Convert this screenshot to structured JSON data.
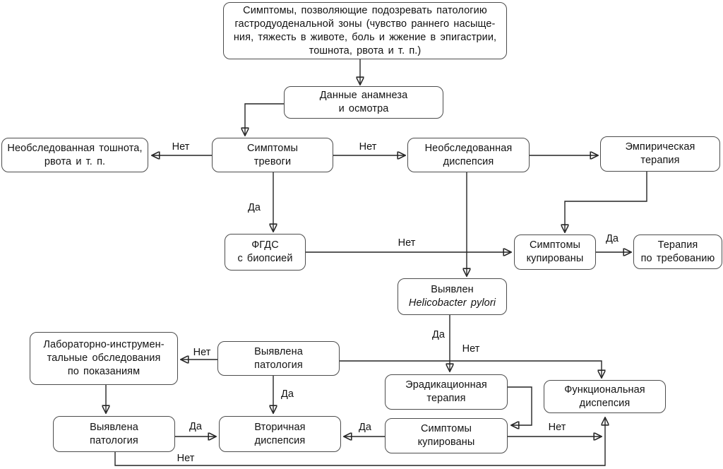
{
  "diagram": {
    "type": "flowchart",
    "language": "ru",
    "colors": {
      "background": "#ffffff",
      "line": "#242424",
      "box_border": "#4c4c4c",
      "text": "#121212"
    },
    "nodes": {
      "symptoms_suspect": [
        "Симптомы, позволяющие подозревать патологию",
        "гастродуоденальной зоны (чувство раннего насыще-",
        "ния, тяжесть в животе, боль и жжение в эпигастрии,",
        "тошнота, рвота и т. п.)"
      ],
      "anamnesis": [
        "Данные анамнеза",
        "и осмотра"
      ],
      "unexamined_nausea": [
        "Необследованная тошнота,",
        "рвота и т. п."
      ],
      "alarm_symptoms": [
        "Симптомы",
        "тревоги"
      ],
      "unexamined_dyspepsia": [
        "Необследованная",
        "диспепсия"
      ],
      "empiric_therapy": [
        "Эмпирическая",
        "терапия"
      ],
      "fgds_biopsy": [
        "ФГДС",
        "с биопсией"
      ],
      "symptoms_relieved_1": [
        "Симптомы",
        "купированы"
      ],
      "on_demand_therapy": [
        "Терапия",
        "по требованию"
      ],
      "hp_detected": [
        "Выявлен",
        "Helicobacter pylori"
      ],
      "lab_exams": [
        "Лабораторно-инструмен-",
        "тальные обследования",
        "по показаниям"
      ],
      "pathology_found_1": [
        "Выявлена",
        "патология"
      ],
      "eradication_therapy": [
        "Эрадикационная",
        "терапия"
      ],
      "functional_dyspepsia": [
        "Функциональная",
        "диспепсия"
      ],
      "pathology_found_2": [
        "Выявлена",
        "патология"
      ],
      "secondary_dyspepsia": [
        "Вторичная",
        "диспепсия"
      ],
      "symptoms_relieved_2": [
        "Симптомы",
        "купированы"
      ]
    },
    "edge_labels": {
      "alarm_no_left": "Нет",
      "alarm_no_right": "Нет",
      "alarm_yes": "Да",
      "fgds_no": "Нет",
      "relieved1_yes": "Да",
      "hp_yes": "Да",
      "hp_no": "Нет",
      "pathology1_no": "Нет",
      "pathology1_yes": "Да",
      "pathology2_yes": "Да",
      "relieved2_yes": "Да",
      "relieved2_no": "Нет",
      "pathology2_no": "Нет"
    }
  }
}
